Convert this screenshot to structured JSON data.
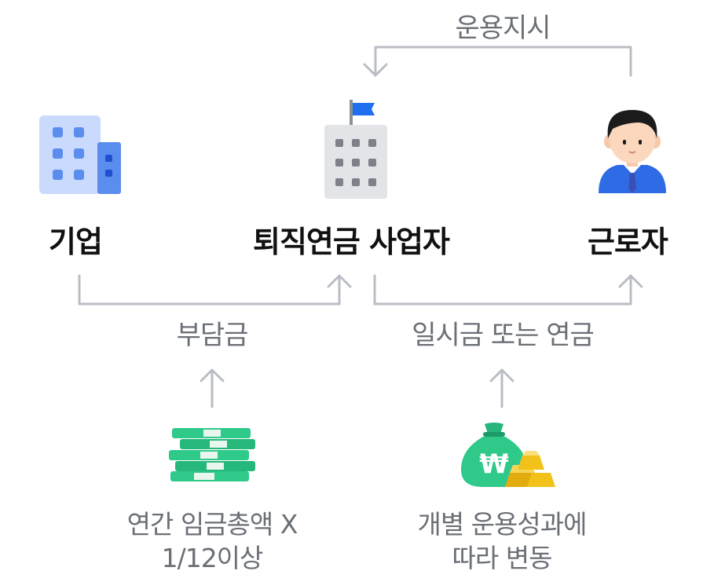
{
  "nodes": {
    "company": {
      "label": "기업",
      "icon": "office-building-icon"
    },
    "provider": {
      "label": "퇴직연금 사업자",
      "icon": "flag-building-icon"
    },
    "worker": {
      "label": "근로자",
      "icon": "worker-avatar-icon"
    }
  },
  "flows": {
    "instruction": "운용지시",
    "contribution": "부담금",
    "payout": "일시금 또는 연금"
  },
  "notes": {
    "contribution_basis": {
      "line1": "연간 임금총액 X",
      "line2": "1/12이상",
      "icon": "cash-stack-icon"
    },
    "performance": {
      "line1": "개별 운용성과에",
      "line2": "따라 변동",
      "icon": "money-bag-gold-icon"
    }
  },
  "colors": {
    "arrow": "#b9bdc4",
    "label_dark": "#111111",
    "label_gray": "#6b6f76",
    "building_blue": "#5b8def",
    "flag_blue": "#1f6ff0",
    "cash_green": "#2fc98a",
    "gold": "#f2c21b"
  }
}
